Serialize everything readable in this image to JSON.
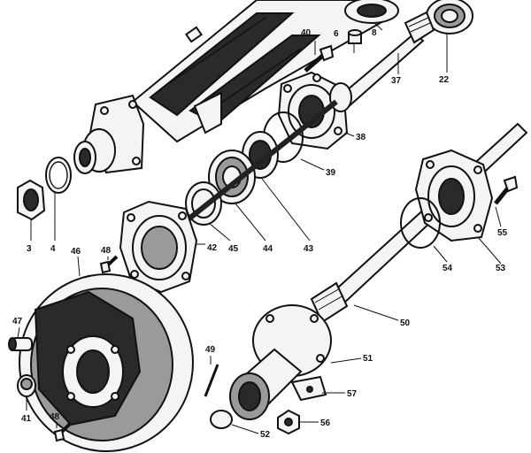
{
  "labels": {
    "l3": "3",
    "l4": "4",
    "l6": "6",
    "l8": "8",
    "l22": "22",
    "l37": "37",
    "l38": "38",
    "l39": "39",
    "l40": "40",
    "l41": "41",
    "l42": "42",
    "l43": "43",
    "l44": "44",
    "l45": "45",
    "l46": "46",
    "l47": "47",
    "l48a": "48",
    "l48b": "48",
    "l49": "49",
    "l50": "50",
    "l51": "51",
    "l52": "52",
    "l53": "53",
    "l54": "54",
    "l55": "55",
    "l56": "56",
    "l57": "57"
  }
}
